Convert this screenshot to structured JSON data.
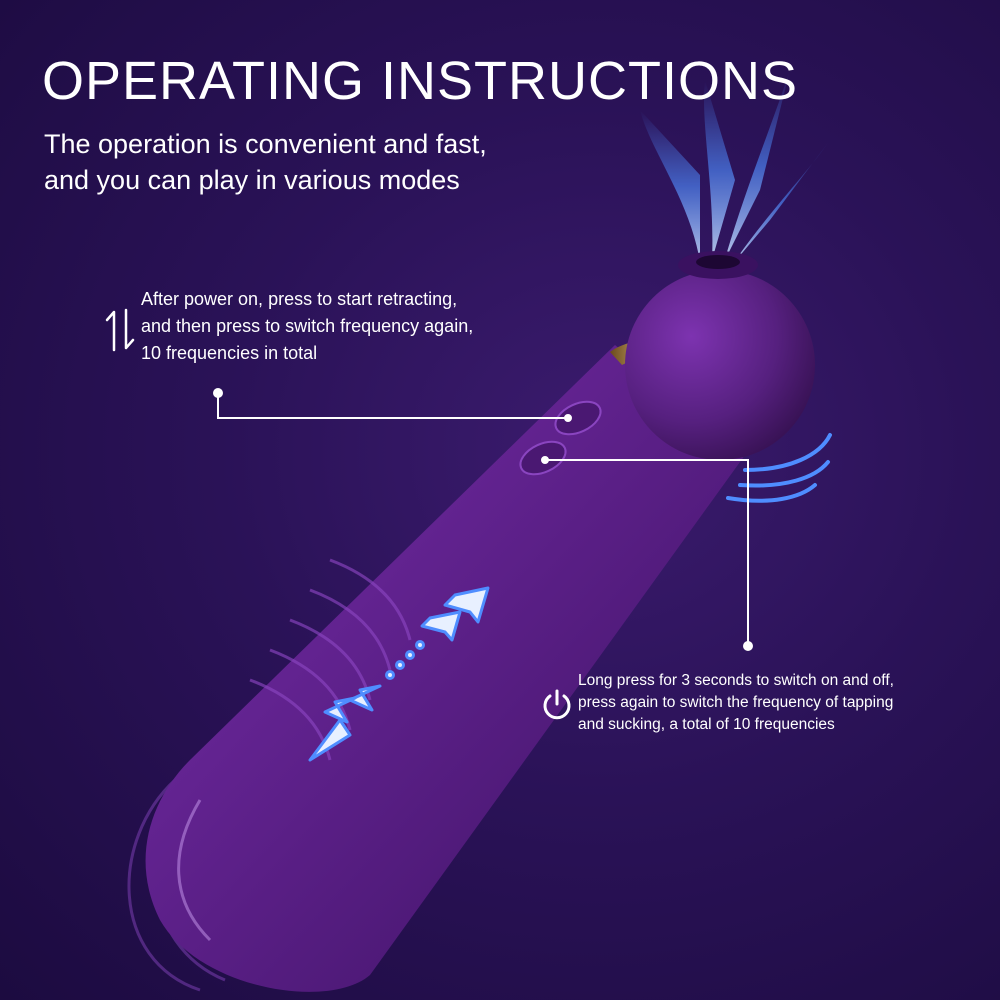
{
  "header": {
    "title": "OPERATING INSTRUCTIONS",
    "subtitle_lines": [
      "The operation is convenient and fast,",
      "and you can play in various modes"
    ]
  },
  "callouts": [
    {
      "icon": "retract-arrows-icon",
      "lines": [
        "After power on, press to start retracting,",
        "and then press to switch frequency again,",
        "10 frequencies in total"
      ]
    },
    {
      "icon": "power-icon",
      "lines": [
        "Long press for 3 seconds to switch on and off,",
        "press again to switch the frequency of tapping",
        "and sucking, a total of 10 frequencies"
      ]
    }
  ],
  "colors": {
    "background": "#2a1257",
    "device": "#5a1f86",
    "accent_blue": "#4f8dff",
    "gold": "#d8b46a"
  }
}
